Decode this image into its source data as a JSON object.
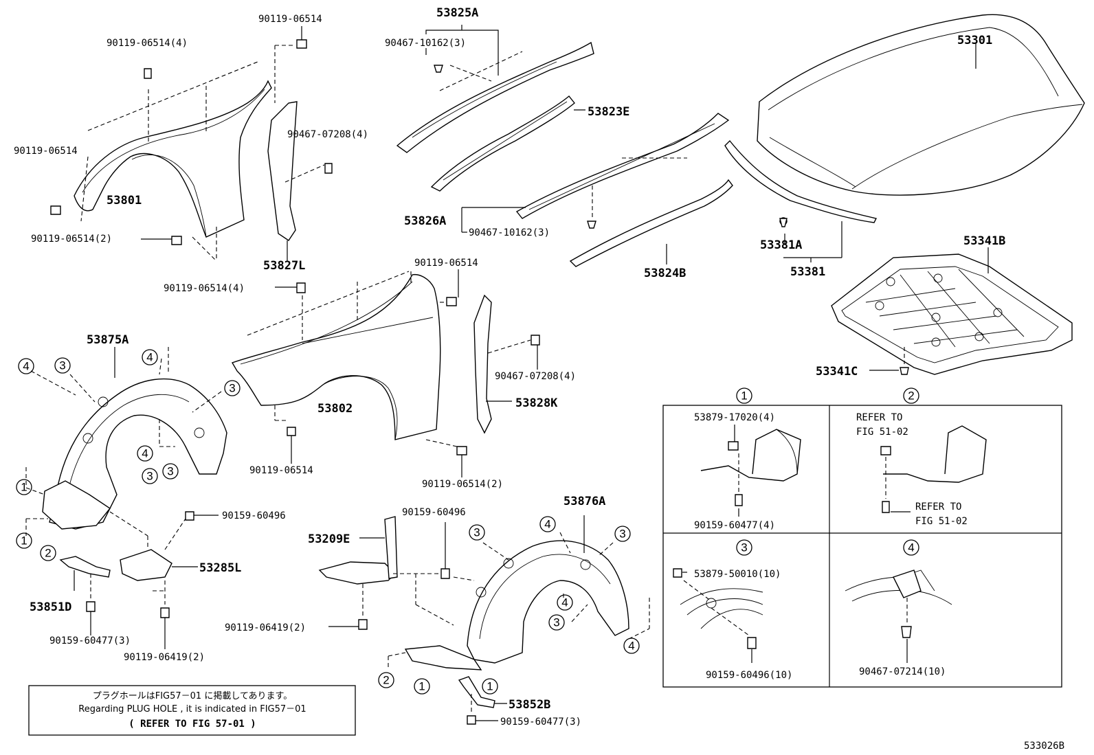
{
  "diagram_id": "533026B",
  "labels": {
    "p53825A": "53825A",
    "p53301": "53301",
    "p90119_06514_top": "90119-06514",
    "p90119_06514_4_a": "90119-06514(4)",
    "p90467_10162_3_a": "90467-10162(3)",
    "p53823E": "53823E",
    "p90467_07208_4_a": "90467-07208(4)",
    "p90119_06514_left": "90119-06514",
    "p53801": "53801",
    "p90119_06514_2_a": "90119-06514(2)",
    "p53826A": "53826A",
    "p90467_10162_3_b": "90467-10162(3)",
    "p53827L": "53827L",
    "p53381A": "53381A",
    "p53381": "53381",
    "p53824B": "53824B",
    "p53341B": "53341B",
    "p90119_06514_mid": "90119-06514",
    "p90119_06514_4_b": "90119-06514(4)",
    "p53875A": "53875A",
    "p90467_07208_4_b": "90467-07208(4)",
    "p53341C": "53341C",
    "p53802": "53802",
    "p53828K": "53828K",
    "p90119_06514_bot": "90119-06514",
    "p90119_06514_2_b": "90119-06514(2)",
    "p90159_60496_a": "90159-60496",
    "p53876A": "53876A",
    "p90159_60496_b": "90159-60496",
    "p53209E": "53209E",
    "p53285L": "53285L",
    "p53851D": "53851D",
    "p90119_06419_2_a": "90119-06419(2)",
    "p90159_60477_3_a": "90159-60477(3)",
    "p90119_06419_2_b": "90119-06419(2)",
    "p53852B": "53852B",
    "p90159_60477_3_b": "90159-60477(3)"
  },
  "circles": [
    "①",
    "②",
    "③",
    "④"
  ],
  "detail_boxes": {
    "box1": {
      "marker": "①",
      "top_part": "53879-17020(4)",
      "bottom_part": "90159-60477(4)"
    },
    "box2": {
      "marker": "②",
      "refer_top_1": "REFER TO",
      "refer_top_2": "FIG 51-02",
      "refer_bot_1": "REFER TO",
      "refer_bot_2": "FIG 51-02"
    },
    "box3": {
      "marker": "③",
      "top_part": "53879-50010(10)",
      "bottom_part": "90159-60496(10)"
    },
    "box4": {
      "marker": "④",
      "bottom_part": "90467-07214(10)"
    }
  },
  "note": {
    "line1": "プラグホールはFIG57－01 に掲載してあります。",
    "line2": "Regarding PLUG HOLE , it is indicated in FIG57－01",
    "line3": "(  REFER TO FIG 57-01  )"
  }
}
